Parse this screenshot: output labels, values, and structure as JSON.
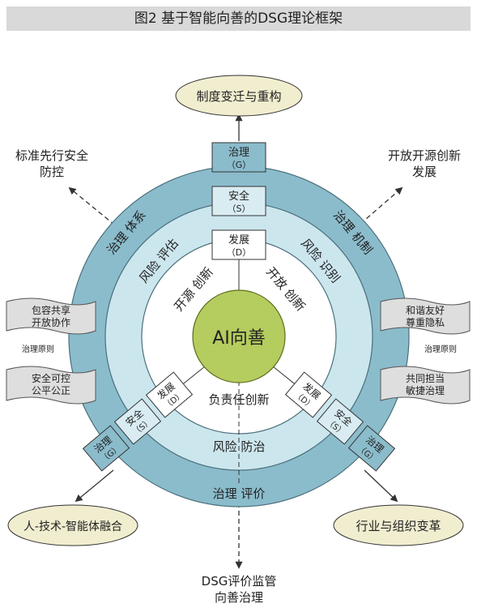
{
  "title": "图2  基于智能向善的DSG理论框架",
  "center": "AI向善",
  "outer_nodes": {
    "top": "制度变迁与重构",
    "bottom_left": "人-技术-智能体融合",
    "bottom_right": "行业与组织变革"
  },
  "outer_text": {
    "top_left": [
      "标准先行安全",
      "防控"
    ],
    "top_right": [
      "开放开源创新",
      "发展"
    ],
    "bottom": [
      "DSG评价监管",
      "向善治理"
    ]
  },
  "stacks": {
    "governance": "治理",
    "governance_code": "（G）",
    "safety": "安全",
    "safety_code": "（S）",
    "development": "发展",
    "development_code": "（D）"
  },
  "ring_labels": {
    "outer_top_left": "治理  体系",
    "outer_top_right": "治理  机制",
    "outer_bottom": "治理  评价",
    "middle_top_left": "风险  评估",
    "middle_top_right": "风险  识别",
    "middle_bottom": "风险  防治",
    "inner_top_left": "开源  创新",
    "inner_top_right": "开放  创新",
    "inner_bottom": "负责任创新"
  },
  "principles": {
    "left_top": [
      "包容共享",
      "开放协作"
    ],
    "left_bottom": [
      "安全可控",
      "公平公正"
    ],
    "left_label": "治理原则",
    "right_top": [
      "和谐友好",
      "尊重隐私"
    ],
    "right_bottom": [
      "共同担当",
      "敏捷治理"
    ],
    "right_label": "治理原则"
  },
  "colors": {
    "outer_ring": "#8bbccb",
    "middle_ring": "#cce6ee",
    "inner_ring": "#ffffff",
    "center": "#b5cc5e",
    "ellipse": "#f1edcf",
    "stack_g": "#8bbccb",
    "stack_s": "#d9ecf2",
    "stack_d": "#ffffff",
    "banner": "#dedede",
    "title_bar": "#d9d9d9"
  }
}
